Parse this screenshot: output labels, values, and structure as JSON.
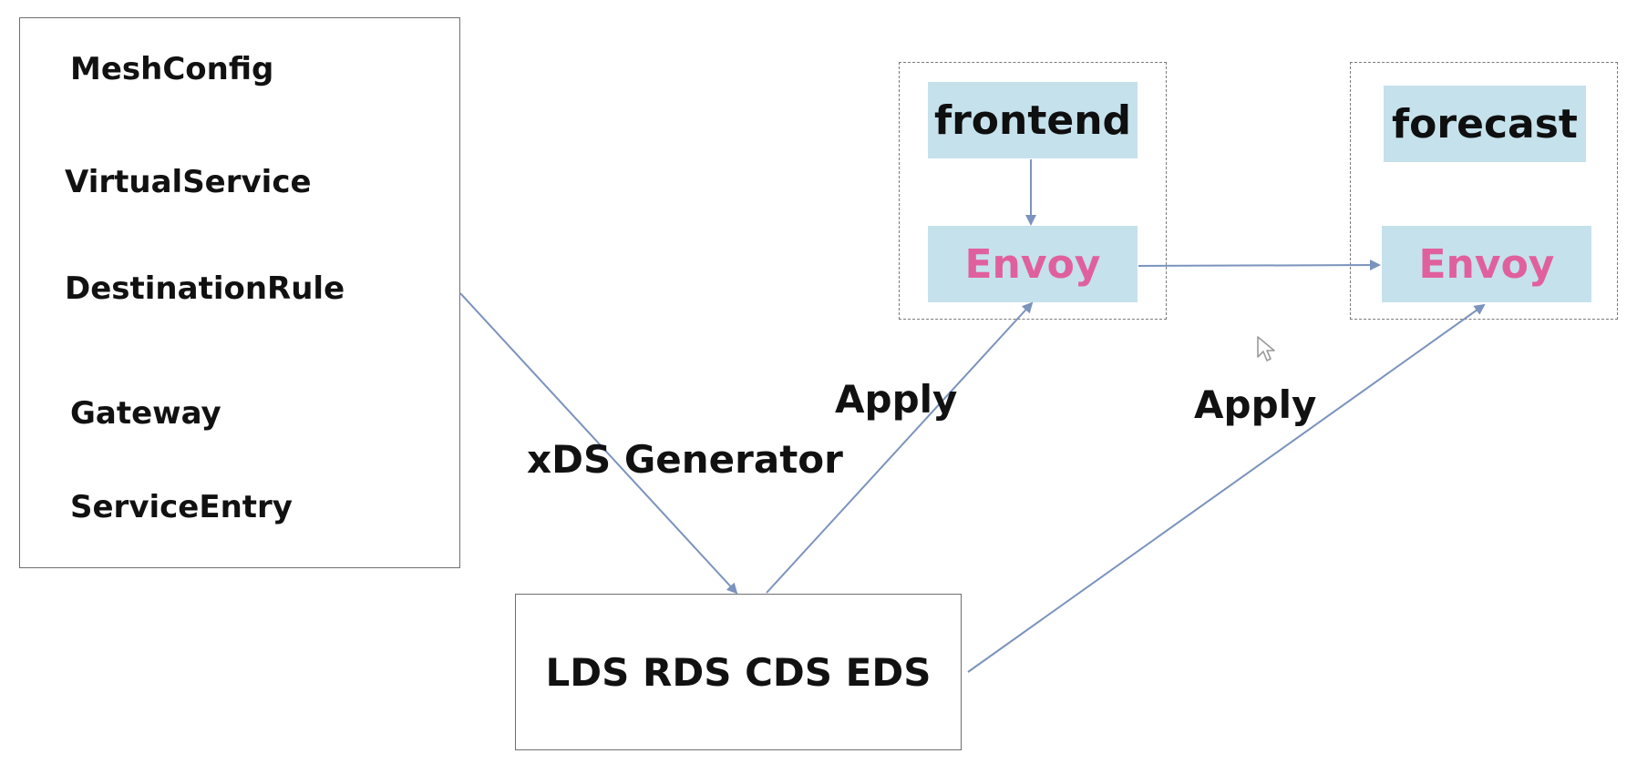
{
  "config_resources": [
    {
      "label": "MeshConfig"
    },
    {
      "label": "VirtualService"
    },
    {
      "label": "DestinationRule"
    },
    {
      "label": "Gateway"
    },
    {
      "label": "ServiceEntry"
    }
  ],
  "xds_box": {
    "label": "LDS RDS CDS EDS"
  },
  "pods": [
    {
      "service": "frontend",
      "proxy": "Envoy"
    },
    {
      "service": "forecast",
      "proxy": "Envoy"
    }
  ],
  "edges": {
    "generator_label": "xDS Generator",
    "apply_label_1": "Apply",
    "apply_label_2": "Apply"
  },
  "colors": {
    "border": "#6f6f6f",
    "dashed_border": "#7a7a7a",
    "pod_fill": "#c5e1ec",
    "envoy_text": "#e0609e",
    "arrow": "#7b93bd"
  },
  "icons": {
    "cursor": "mouse-pointer-icon"
  }
}
